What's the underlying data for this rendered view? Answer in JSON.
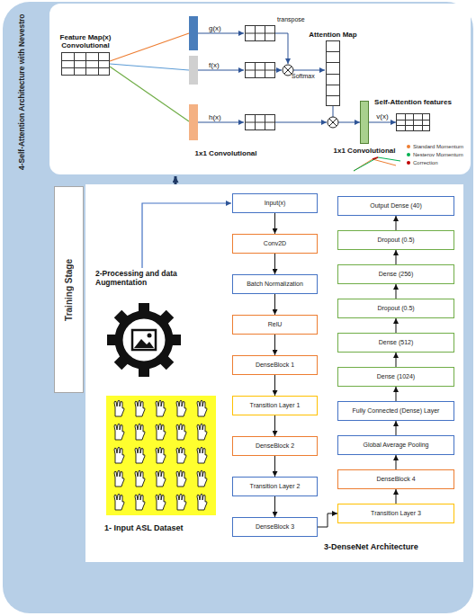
{
  "diagram": {
    "nodes": [
      {
        "text": [
          "Feature Map(x) Convolutional"
        ]
      },
      {
        "text": [
          "Attention Map"
        ]
      },
      {
        "text": [
          "1x1 Convolutional"
        ]
      },
      {
        "text": [
          "Self-Attention features"
        ]
      },
      {
        "text": [
          "Training Stage"
        ]
      },
      {
        "text": [
          "Input(x)"
        ]
      },
      {
        "text": [
          "Conv2D"
        ]
      },
      {
        "text": [
          "Batch Normalization"
        ]
      },
      {
        "text": [
          "RelU"
        ]
      },
      {
        "text": [
          "DenseBlock 1"
        ]
      },
      {
        "text": [
          "Transition Layer 1"
        ]
      },
      {
        "text": [
          "DenseBlock 2"
        ]
      },
      {
        "text": [
          "Transition Layer 2"
        ]
      },
      {
        "text": [
          "DenseBlock 3"
        ]
      },
      {
        "text": [
          "Transition Layer 3"
        ]
      },
      {
        "text": [
          "DenseBlock 4"
        ]
      },
      {
        "text": [
          "Global Average Pooling"
        ]
      },
      {
        "text": [
          "Fully Connected (Dense) Layer"
        ]
      },
      {
        "text": [
          "Dense (1024)"
        ]
      },
      {
        "text": [
          "Dense (512)"
        ]
      },
      {
        "text": [
          "Dropout (0.5)"
        ]
      },
      {
        "text": [
          "Dense (256)"
        ]
      },
      {
        "text": [
          "Dropout (0.5)"
        ]
      },
      {
        "text": [
          "Output Dense (40)"
        ]
      }
    ],
    "edges": [
      {
        "from": 1,
        "to": 2,
        "arrow": "to"
      },
      {
        "from": 2,
        "to": 3,
        "label": "v(x)",
        "arrow": "to"
      },
      {
        "from": 5,
        "to": 6,
        "arrow": "to"
      },
      {
        "from": 6,
        "to": 7,
        "arrow": "to"
      },
      {
        "from": 7,
        "to": 8,
        "arrow": "to"
      },
      {
        "from": 8,
        "to": 9,
        "arrow": "to"
      },
      {
        "from": 9,
        "to": 10,
        "arrow": "to"
      },
      {
        "from": 10,
        "to": 11,
        "arrow": "to"
      },
      {
        "from": 11,
        "to": 12,
        "arrow": "to"
      },
      {
        "from": 12,
        "to": 13,
        "arrow": "to"
      },
      {
        "from": 13,
        "to": 14,
        "arrow": "to"
      },
      {
        "from": 14,
        "to": 15,
        "arrow": "to"
      },
      {
        "from": 15,
        "to": 16,
        "arrow": "to"
      },
      {
        "from": 16,
        "to": 17,
        "arrow": "to"
      },
      {
        "from": 17,
        "to": 18,
        "arrow": "to"
      },
      {
        "from": 18,
        "to": 19,
        "arrow": "to"
      },
      {
        "from": 19,
        "to": 20,
        "arrow": "to"
      },
      {
        "from": 20,
        "to": 21,
        "arrow": "to"
      },
      {
        "from": 21,
        "to": 22,
        "arrow": "to"
      },
      {
        "from": 22,
        "to": 23,
        "arrow": "to"
      }
    ],
    "labels": [
      "4-Self-Attention Architecture with Nevestro",
      "g(x)",
      "f(x)",
      "h(x)",
      "transpose",
      "Softmax",
      "1x1 Convolutional",
      "2-Processing and data Augmentation",
      "1- Input ASL Dataset",
      "3-DenseNet Architecture"
    ],
    "legend": [
      {
        "text": "Standard Momentum",
        "color": "#ed7d31"
      },
      {
        "text": "Nesterov Momentum",
        "color": "#00b050"
      },
      {
        "text": "Correction",
        "color": "#c00000"
      }
    ]
  }
}
